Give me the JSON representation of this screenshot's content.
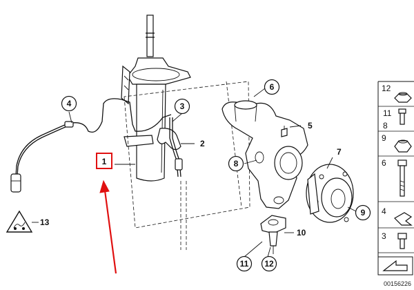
{
  "callouts": {
    "c1": "1",
    "c2": "2",
    "c3": "3",
    "c4": "4",
    "c5": "5",
    "c6": "6",
    "c7": "7",
    "c8": "8",
    "c9": "9",
    "c10": "10",
    "c11": "11",
    "c12": "12",
    "c13": "13"
  },
  "sidebar": {
    "items": [
      "12",
      "11",
      "8",
      "9",
      "6",
      "4",
      "3"
    ]
  },
  "reference_number": "00156226",
  "colors": {
    "line": "#111111",
    "highlight": "#e01010",
    "background": "#ffffff"
  }
}
